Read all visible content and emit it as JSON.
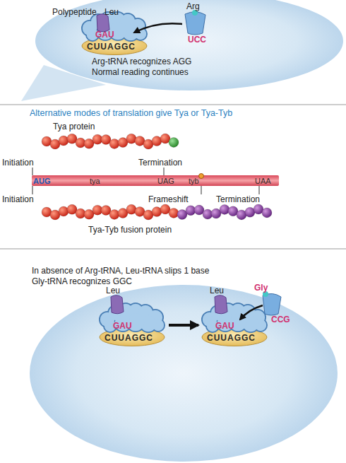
{
  "diagram": {
    "nodes": [
      {
        "text": [
          "Arg-tRNA recognizes AGG",
          "Normal reading continues"
        ]
      },
      {
        "text": [
          "GAU",
          "CUUAGGC"
        ],
        "in": 0
      },
      {
        "text": [
          "Tya protein"
        ]
      },
      {
        "text": [
          "AUG",
          "tya",
          "UAG",
          "tyb",
          "UAA"
        ]
      },
      {
        "text": [
          "Tya-Tyb fusion protein"
        ]
      },
      {
        "text": [
          "In absence of Arg-tRNA, Leu-tRNA slips 1 base",
          "Gly-tRNA recognizes GGC"
        ]
      },
      {
        "text": [
          "GAU",
          "CUUAGGC"
        ],
        "in": 5
      },
      {
        "text": [
          "GAU",
          "CUUAGGC"
        ],
        "in": 5
      }
    ],
    "edges": [
      {
        "from": 6,
        "to": 7,
        "arrow": "to"
      }
    ],
    "labels": [
      "Polypeptide",
      "Leu",
      "Arg",
      "UCC",
      "Alternative modes of translation give Tya or Tya-Tyb",
      "Initiation",
      "Termination",
      "Initiation",
      "Frameshift",
      "Termination",
      "Leu",
      "Leu",
      "Gly",
      "CCG"
    ]
  }
}
